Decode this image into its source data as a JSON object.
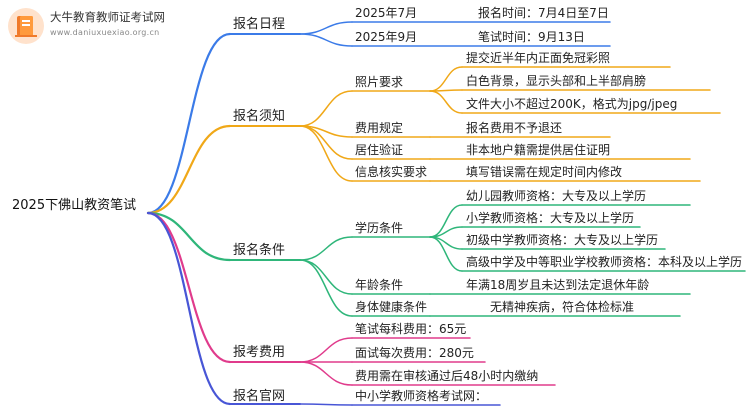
{
  "logo": {
    "title": "大牛教育教师证考试网",
    "url": "www.daniuxuexiao.org.cn"
  },
  "colors": {
    "blue": "#3b7be8",
    "orange": "#f0a818",
    "green": "#2fb67a",
    "magenta": "#e03b8c",
    "indigo": "#4856d6"
  },
  "root": "2025下佛山教资笔试",
  "branches": {
    "schedule": {
      "label": "报名日程",
      "items": [
        {
          "label": "2025年7月",
          "value": "报名时间：7月4日至7日"
        },
        {
          "label": "2025年9月",
          "value": "笔试时间：9月13日"
        }
      ]
    },
    "notice": {
      "label": "报名须知",
      "photo": {
        "label": "照片要求",
        "items": [
          "提交近半年内正面免冠彩照",
          "白色背景，显示头部和上半部肩膀",
          "文件大小不超过200K，格式为jpg/jpeg"
        ]
      },
      "fee": {
        "label": "费用规定",
        "value": "报名费用不予退还"
      },
      "residence": {
        "label": "居住验证",
        "value": "非本地户籍需提供居住证明"
      },
      "verify": {
        "label": "信息核实要求",
        "value": "填写错误需在规定时间内修改"
      }
    },
    "conditions": {
      "label": "报名条件",
      "education": {
        "label": "学历条件",
        "items": [
          "幼儿园教师资格：大专及以上学历",
          "小学教师资格：大专及以上学历",
          "初级中学教师资格：大专及以上学历",
          "高级中学及中等职业学校教师资格：本科及以上学历"
        ]
      },
      "age": {
        "label": "年龄条件",
        "value": "年满18周岁且未达到法定退休年龄"
      },
      "health": {
        "label": "身体健康条件",
        "value": "无精神疾病，符合体检标准"
      }
    },
    "fees": {
      "label": "报考费用",
      "items": [
        "笔试每科费用：65元",
        "面试每次费用：280元",
        "费用需在审核通过后48小时内缴纳"
      ]
    },
    "site": {
      "label": "报名官网",
      "items": [
        "中小学教师资格考试网："
      ]
    }
  }
}
